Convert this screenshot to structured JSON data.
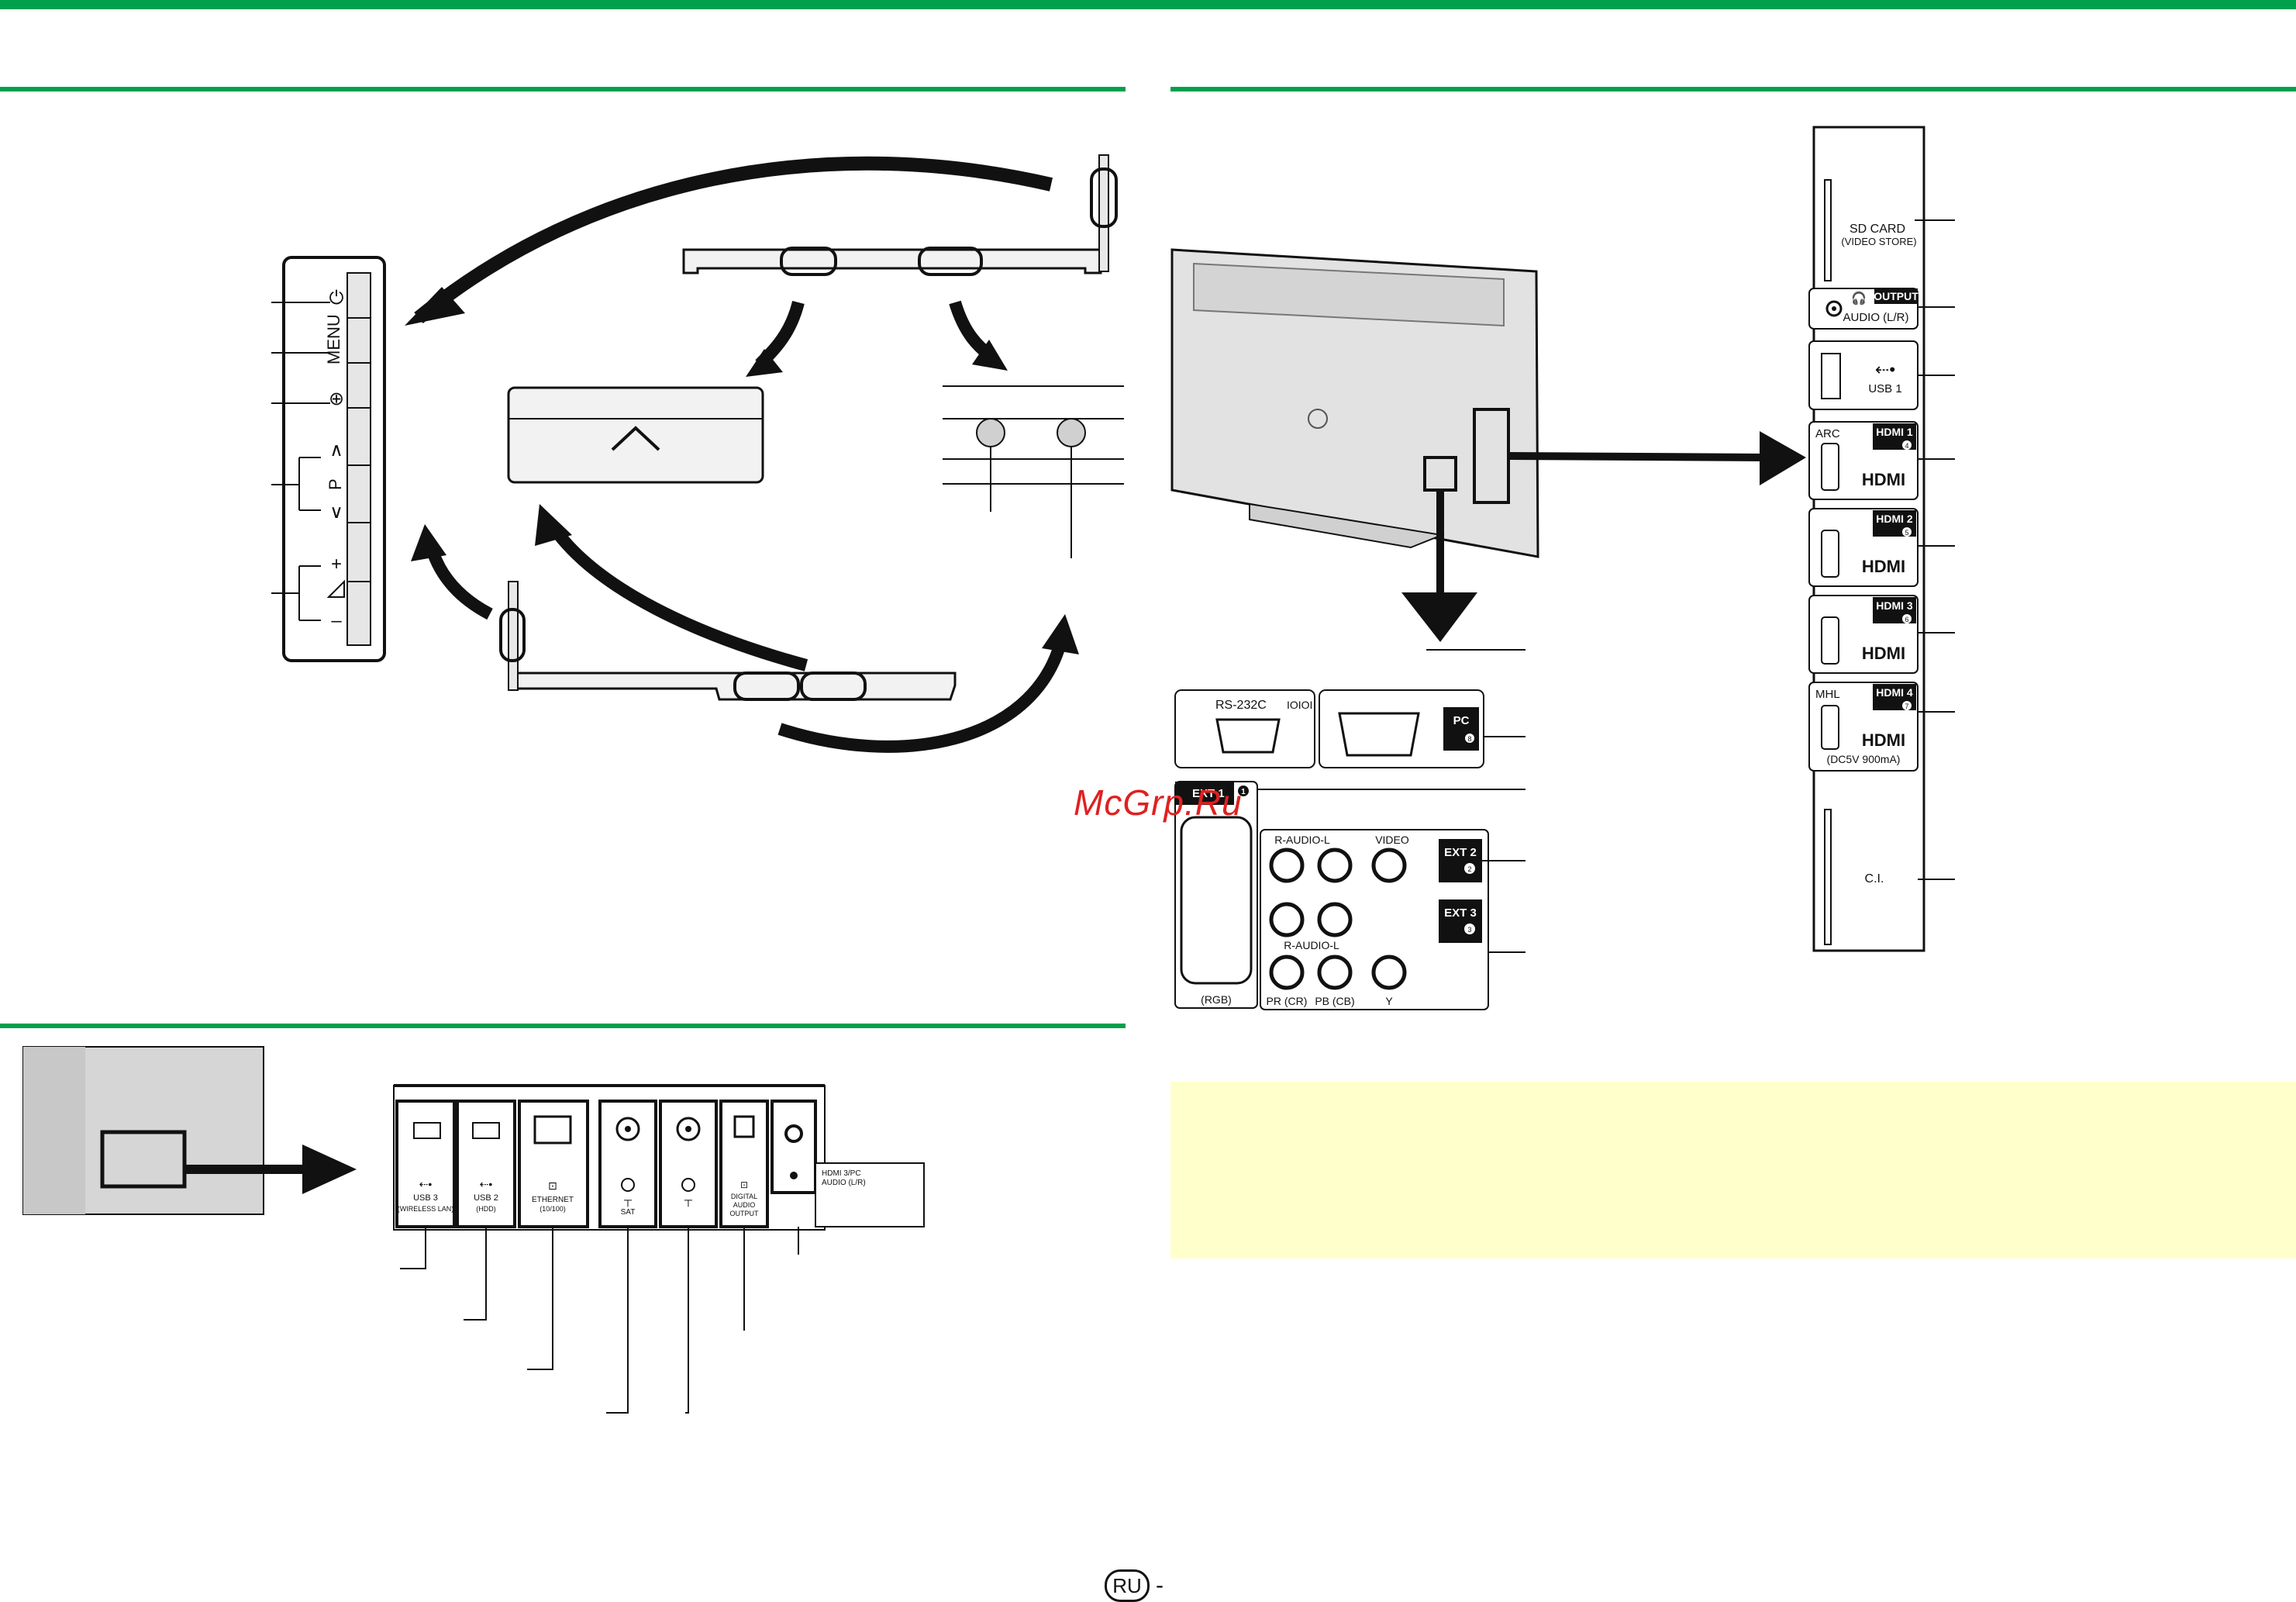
{
  "watermark": "McGrp.Ru",
  "page": {
    "lang_badge": "RU",
    "suffix": "-"
  },
  "side_buttons": {
    "menu": "MENU",
    "program": "P",
    "plus": "+",
    "minus": "–"
  },
  "rear_panel": {
    "sd_card": "SD CARD",
    "sd_card_sub": "(VIDEO STORE)",
    "output": "OUTPUT",
    "audio": "AUDIO (L/R)",
    "usb1": "USB 1",
    "arc": "ARC",
    "hdmi1": "HDMI 1",
    "hdmi2": "HDMI 2",
    "hdmi3": "HDMI 3",
    "hdmi4": "HDMI 4",
    "hdmi_logo": "HDMI",
    "mhl": "MHL",
    "dc5v": "(DC5V 900mA)",
    "ci": "C.I."
  },
  "badges": {
    "h1": "4",
    "h2": "5",
    "h3": "6",
    "h4": "7",
    "pc": "8",
    "ext1": "1",
    "ext2": "2",
    "ext3": "3"
  },
  "lower_panel": {
    "rs232c": "RS-232C",
    "pc": "PC",
    "ext1": "EXT 1",
    "r_audio_l": "R-AUDIO-L",
    "video": "VIDEO",
    "ext2": "EXT 2",
    "ext3": "EXT 3",
    "r_audio_l_2": "R-AUDIO-L",
    "pr": "PR (CR)",
    "pb": "PB (CB)",
    "y": "Y",
    "rgb": "(RGB)"
  },
  "side_panel": {
    "usb3": "USB 3",
    "wireless_lan": "(WIRELESS LAN)",
    "usb2": "USB 2",
    "hdd": "(HDD)",
    "ethernet": "ETHERNET",
    "ethernet_speed": "(10/100)",
    "sat": "SAT",
    "digital": "DIGITAL",
    "audio_out_1": "AUDIO",
    "audio_out_2": "OUTPUT",
    "hdmi_pc": "HDMI 3/PC",
    "audio_lr": "AUDIO (L/R)"
  },
  "colors": {
    "rule": "#00a04e",
    "note_bg": "#ffffcc",
    "watermark": "#e02020"
  }
}
